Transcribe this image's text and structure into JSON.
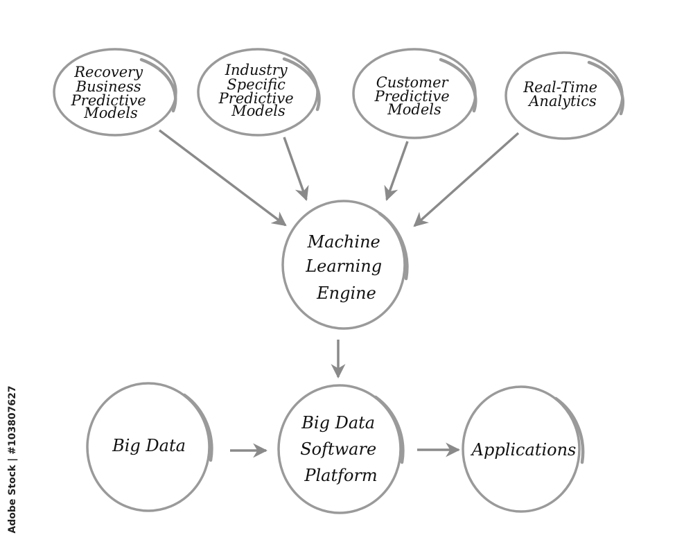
{
  "nodes": {
    "recovery": [
      "Recovery",
      "Business",
      "Predictive",
      "Models"
    ],
    "industry": [
      "Industry",
      "Specific",
      "Predictive",
      "Models"
    ],
    "customer": [
      "Customer",
      "Predictive",
      "Models"
    ],
    "realtime": [
      "Real-Time",
      "Analytics"
    ],
    "ml_engine": [
      "Machine",
      "Learning",
      "Engine"
    ],
    "big_data": [
      "Big Data"
    ],
    "platform": [
      "Big Data",
      "Software",
      "Platform"
    ],
    "applications": [
      "Applications"
    ]
  },
  "edges": [
    {
      "from": "recovery",
      "to": "ml_engine"
    },
    {
      "from": "industry",
      "to": "ml_engine"
    },
    {
      "from": "customer",
      "to": "ml_engine"
    },
    {
      "from": "realtime",
      "to": "ml_engine"
    },
    {
      "from": "ml_engine",
      "to": "platform"
    },
    {
      "from": "big_data",
      "to": "platform"
    },
    {
      "from": "platform",
      "to": "applications"
    }
  ],
  "credit": "Adobe Stock | #103807627",
  "colors": {
    "outline": "#9a9a9a",
    "arrow": "#8a8a8a",
    "text": "#111111"
  }
}
